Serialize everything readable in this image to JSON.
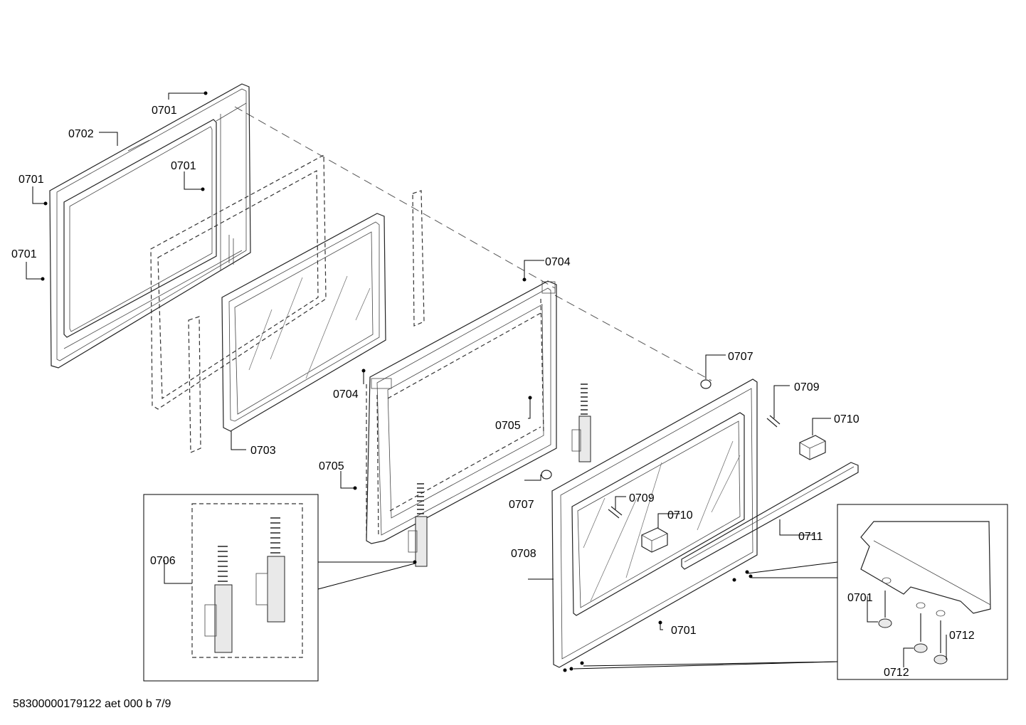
{
  "labels": {
    "l0701_a": "0701",
    "l0702": "0702",
    "l0701_b": "0701",
    "l0701_c": "0701",
    "l0701_d": "0701",
    "l0704_a": "0704",
    "l0704_b": "0704",
    "l0703": "0703",
    "l0705_a": "0705",
    "l0705_b": "0705",
    "l0707_a": "0707",
    "l0707_b": "0707",
    "l0709_a": "0709",
    "l0709_b": "0709",
    "l0710_a": "0710",
    "l0710_b": "0710",
    "l0711": "0711",
    "l0708": "0708",
    "l0701_e": "0701",
    "l0706": "0706",
    "l0701_f": "0701",
    "l0712_a": "0712",
    "l0712_b": "0712"
  },
  "footer": {
    "doc_id": "58300000179122 aet 000 b 7/9"
  }
}
